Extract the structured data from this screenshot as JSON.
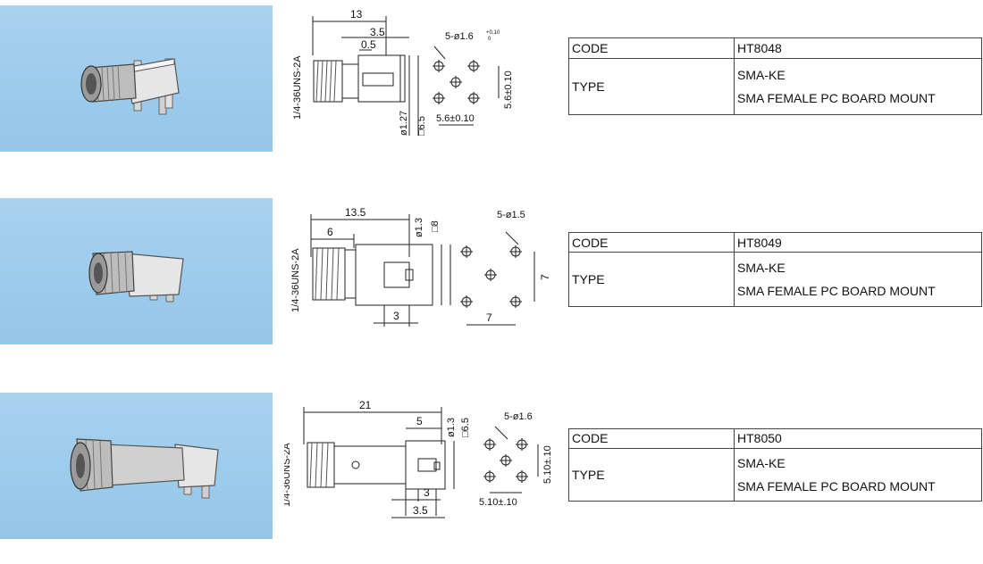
{
  "labels": {
    "code": "CODE",
    "type": "TYPE"
  },
  "products": [
    {
      "code": "HT8048",
      "type_lines": [
        "SMA-KE",
        "SMA FEMALE PC BOARD MOUNT"
      ],
      "drawing": {
        "thread": "1/4-36UNS-2A",
        "dims": {
          "length": "13",
          "d1": "3.5",
          "d2": "0.5",
          "dia_pin": "ø1.27",
          "square": "□6.5",
          "holes": "5-ø1.6",
          "tol_upper": "+0.10",
          "tol_lower": "0",
          "pitch_h": "5.6±0.10",
          "pitch_v": "5.6±0.10"
        }
      }
    },
    {
      "code": "HT8049",
      "type_lines": [
        "SMA-KE",
        "SMA FEMALE PC BOARD MOUNT"
      ],
      "drawing": {
        "thread": "1/4-36UNS-2A",
        "dims": {
          "length": "13.5",
          "d1": "6",
          "d2": "3",
          "dia_pin": "ø1.3",
          "square": "□8",
          "holes": "5-ø1.5",
          "pitch_h": "7",
          "pitch_v": "7"
        }
      }
    },
    {
      "code": "HT8050",
      "type_lines": [
        "SMA-KE",
        "SMA FEMALE PC BOARD MOUNT"
      ],
      "drawing": {
        "thread": "1/4-36UNS-2A",
        "dims": {
          "length": "21",
          "d1": "5",
          "d2": "3",
          "d3": "3.5",
          "dia_pin": "ø1.3",
          "square": "□6.5",
          "holes": "5-ø1.6",
          "pitch_h": "5.10±.10",
          "pitch_v": "5.10±.10"
        }
      }
    }
  ]
}
